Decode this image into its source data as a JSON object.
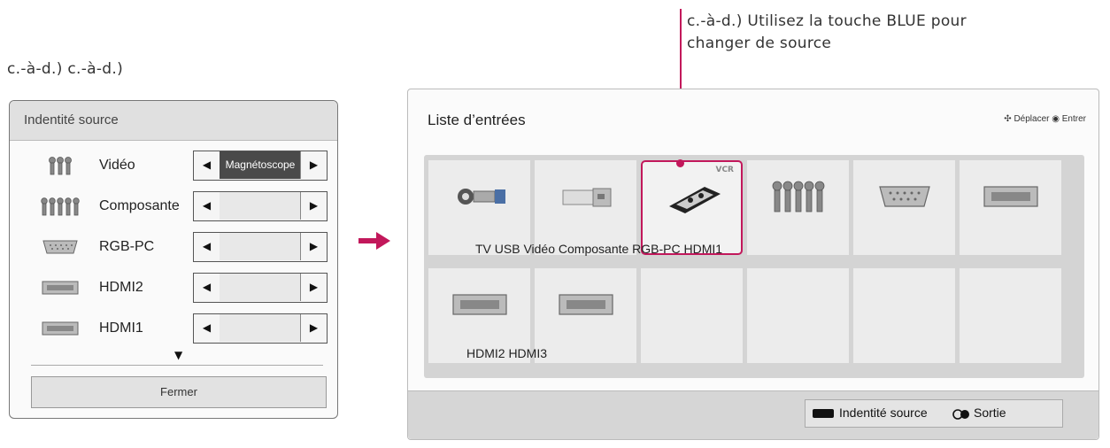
{
  "caption_left": "c.-à-d.) c.-à-d.)",
  "caption_right": "c.-à-d.) Utilisez la touche BLUE pour changer de source",
  "dialog": {
    "title": "Indentité source",
    "rows": [
      {
        "label": "Vidéo",
        "value": "Magnétoscope"
      },
      {
        "label": "Composante",
        "value": ""
      },
      {
        "label": "RGB-PC",
        "value": ""
      },
      {
        "label": "HDMI2",
        "value": ""
      },
      {
        "label": "HDMI1",
        "value": ""
      }
    ],
    "close_label": "Fermer"
  },
  "panel": {
    "title": "Liste d’entrées",
    "help": "Déplacer ◉ Entrer",
    "vcr_tag": "VCR",
    "names_row1": "TV USB Vidéo  Composante  RGB-PC  HDMI1",
    "names_row2": "HDMI2  HDMI3",
    "source_btn": "Indentité source",
    "exit_btn": "Sortie"
  },
  "colors": {
    "accent": "#c2185b"
  },
  "icons": [
    "antenna-icon",
    "usb-icon",
    "vcr-icon",
    "component-icon",
    "rgb-pc-icon",
    "hdmi-icon"
  ]
}
